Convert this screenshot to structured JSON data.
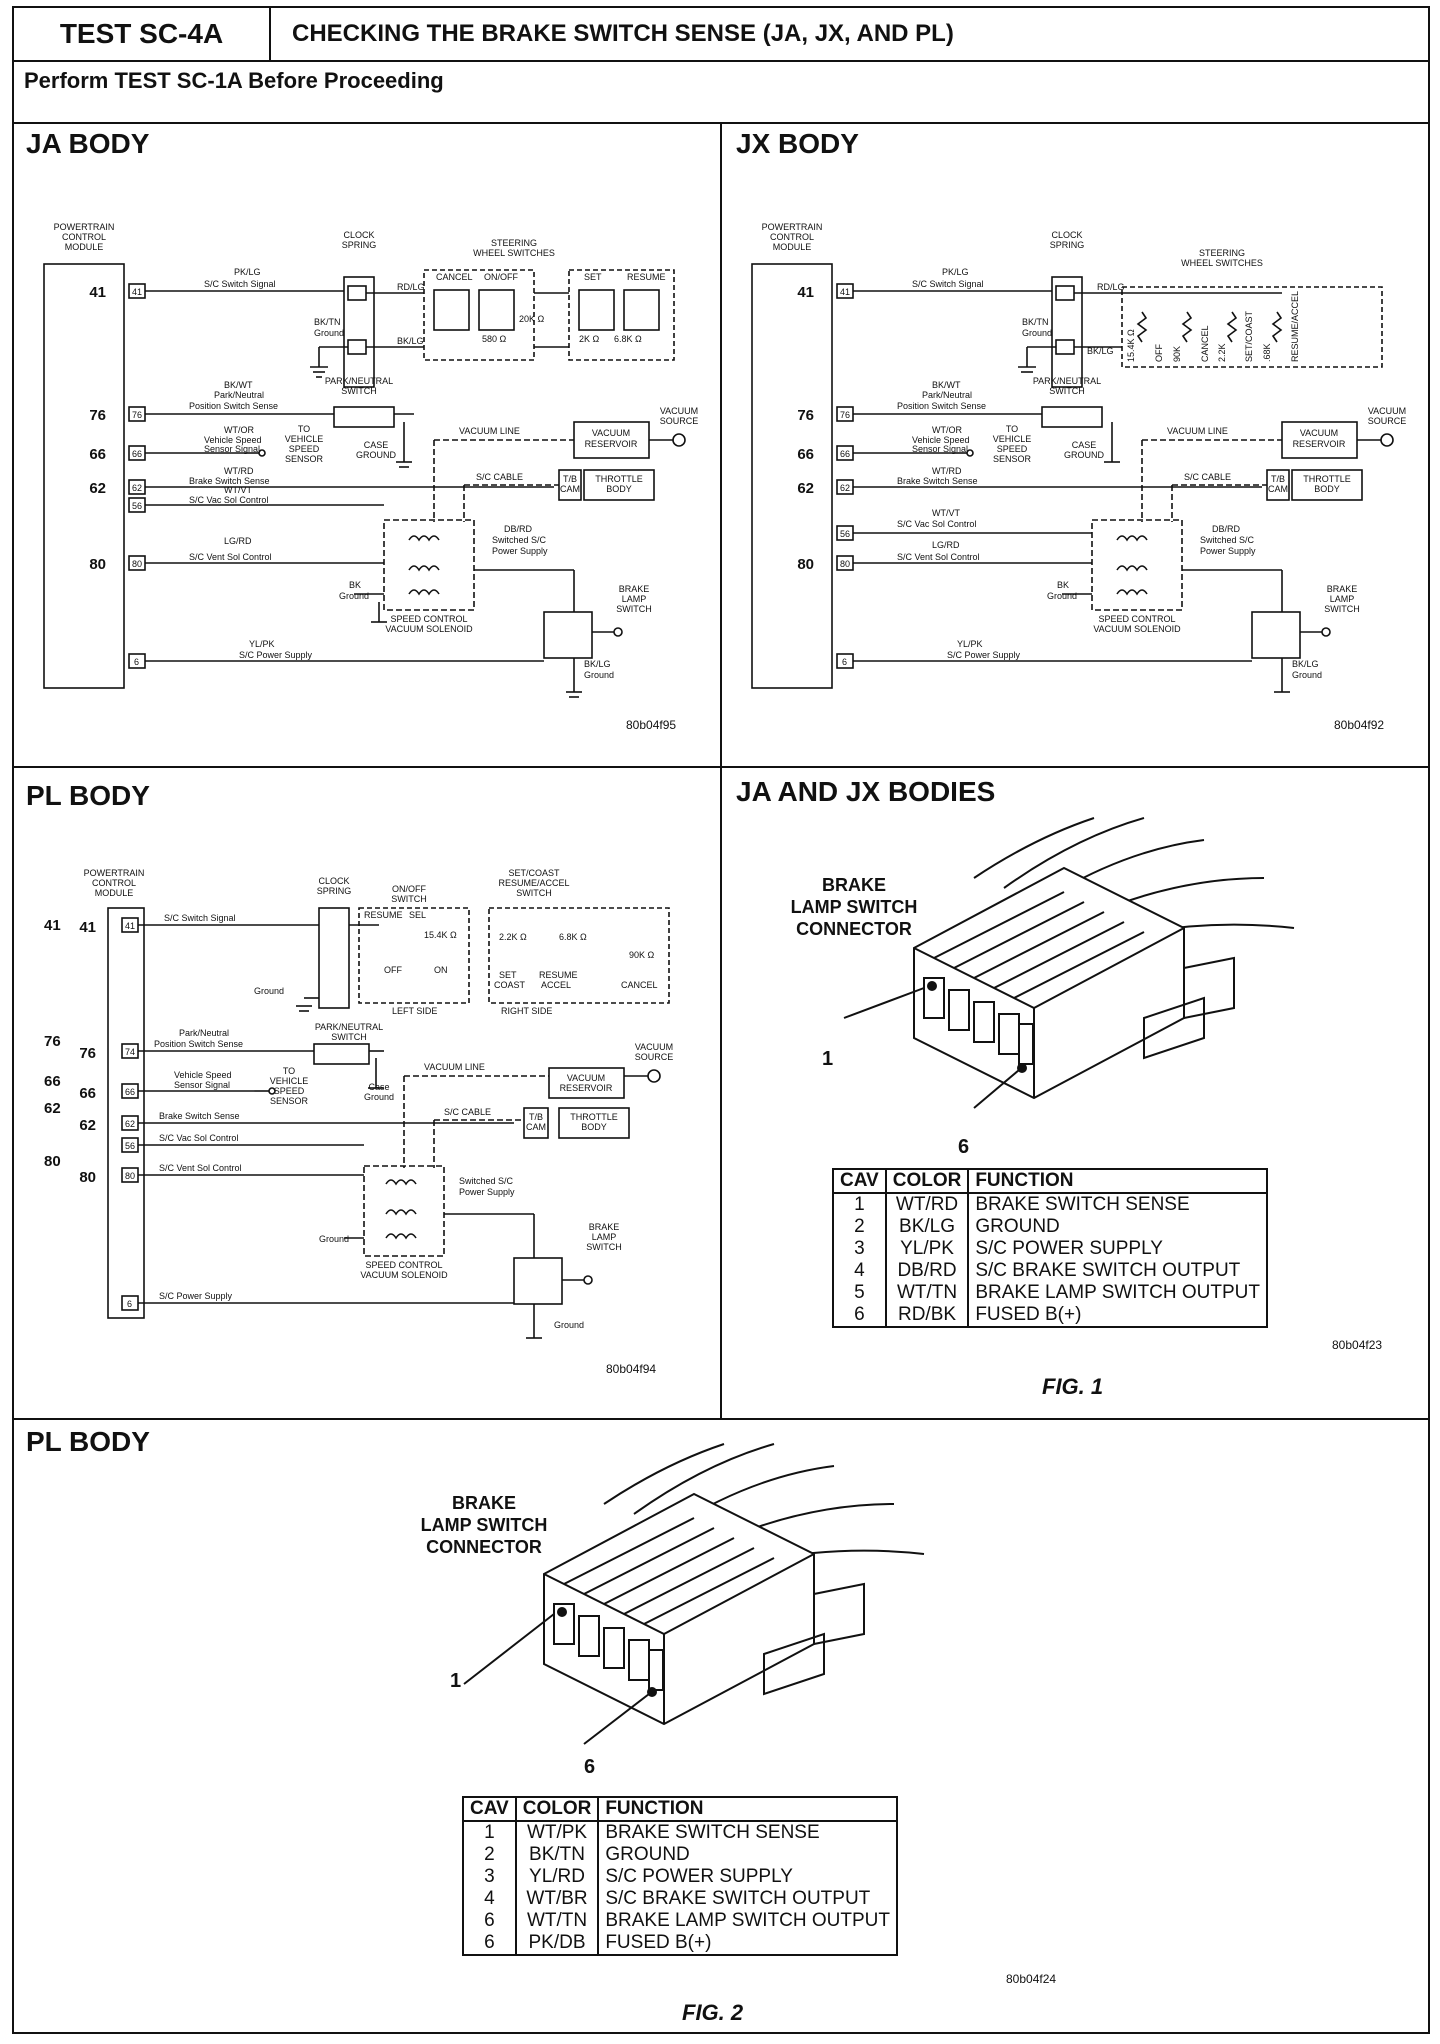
{
  "header": {
    "test_id": "TEST SC-4A",
    "title": "CHECKING THE BRAKE SWITCH SENSE (JA, JX, AND PL)",
    "prerequisite": "Perform TEST SC-1A Before Proceeding"
  },
  "ja_body": {
    "title": "JA BODY",
    "code": "80b04f95",
    "pcm_label": [
      "POWERTRAIN",
      "CONTROL",
      "MODULE"
    ],
    "pins": [
      "41",
      "76",
      "66",
      "62",
      "80"
    ],
    "pin_small": [
      "41",
      "76",
      "66",
      "62",
      "56",
      "80",
      "6"
    ],
    "wires": {
      "w41": "PK/LG",
      "w41_sig": "S/C Switch Signal",
      "bktn": "BK/TN",
      "ground": "Ground",
      "w76": "BK/WT",
      "w76_sig1": "Park/Neutral",
      "w76_sig2": "Position Switch Sense",
      "w66": "WT/OR",
      "w66_sig1": "Vehicle Speed",
      "w66_sig2": "Sensor Signal",
      "w62": "WT/RD",
      "w62_sig": "Brake Switch Sense",
      "w56": "WT/VT",
      "w56_sig": "S/C Vac Sol Control",
      "w80": "LG/RD",
      "w80_sig": "S/C Vent Sol Control",
      "w6": "YL/PK",
      "w6_sig": "S/C Power Supply",
      "dbrd": "DB/RD",
      "switched1": "Switched S/C",
      "switched2": "Power Supply",
      "bk": "BK",
      "bklg": "BK/LG",
      "rdlg": "RD/LG",
      "bklg2": "BK/LG"
    },
    "labels": {
      "clock_spring": [
        "CLOCK",
        "SPRING"
      ],
      "steering": [
        "STEERING",
        "WHEEL SWITCHES"
      ],
      "cancel": "CANCEL",
      "onoff": "ON/OFF",
      "set": "SET",
      "resume": "RESUME",
      "r1": "20K Ω",
      "r2": "580 Ω",
      "r3": "2K Ω",
      "r4": "6.8K Ω",
      "park_neutral": [
        "PARK/NEUTRAL",
        "SWITCH"
      ],
      "case_ground": [
        "CASE",
        "GROUND"
      ],
      "vss": [
        "TO",
        "VEHICLE",
        "SPEED",
        "SENSOR"
      ],
      "vacuum_line": "VACUUM LINE",
      "vacuum_reservoir": [
        "VACUUM",
        "RESERVOIR"
      ],
      "vacuum_source": [
        "VACUUM",
        "SOURCE"
      ],
      "sc_cable": "S/C CABLE",
      "tb_cam": [
        "T/B",
        "CAM"
      ],
      "throttle_body": [
        "THROTTLE",
        "BODY"
      ],
      "solenoid": [
        "SPEED CONTROL",
        "VACUUM SOLENOID"
      ],
      "brake_switch": [
        "BRAKE",
        "LAMP",
        "SWITCH"
      ]
    }
  },
  "jx_body": {
    "title": "JX BODY",
    "code": "80b04f92",
    "wires": {
      "w41": "PK/LG",
      "w41_sig": "S/C Switch Signal",
      "rdlg": "RD/LG",
      "bktn": "BK/TN",
      "ground": "Ground",
      "bklg": "BK/LG",
      "w76": "BK/WT",
      "w76_sig1": "Park/Neutral",
      "w76_sig2": "Position Switch Sense",
      "w66": "WT/OR",
      "w66_sig1": "Vehicle Speed",
      "w66_sig2": "Sensor Signal",
      "w62": "WT/RD",
      "w62_sig": "Brake Switch Sense",
      "w56": "WT/VT",
      "w56_sig": "S/C Vac Sol Control",
      "w80": "LG/RD",
      "w80_sig": "S/C Vent Sol Control",
      "w6": "YL/PK",
      "w6_sig": "S/C Power Supply",
      "dbrd": "DB/RD",
      "switched1": "Switched S/C",
      "switched2": "Power Supply",
      "bk": "BK",
      "bklg_gnd": "BK/LG"
    },
    "labels": {
      "resistors": [
        "15.4K Ω",
        "OFF",
        "90K",
        "CANCEL",
        "2.2K",
        "SET/COAST",
        ".68K",
        "RESUME/ACCEL"
      ]
    }
  },
  "pl_body_schematic": {
    "title": "PL BODY",
    "code": "80b04f94",
    "pins_outer": [
      "41",
      "76",
      "66",
      "62",
      "80"
    ],
    "pins": [
      "41",
      "76",
      "66",
      "62",
      "80"
    ],
    "pin_small": [
      "41",
      "74",
      "66",
      "62",
      "56",
      "80",
      "6"
    ],
    "wires": {
      "w41_sig": "S/C Switch Signal",
      "ground": "Ground",
      "w76_sig1": "Park/Neutral",
      "w76_sig2": "Position Switch Sense",
      "w66_sig1": "Vehicle Speed",
      "w66_sig2": "Sensor Signal",
      "w62_sig": "Brake Switch Sense",
      "w56_sig": "S/C Vac Sol Control",
      "w80_sig": "S/C Vent Sol Control",
      "w6_sig": "S/C Power Supply",
      "switched1": "Switched S/C",
      "switched2": "Power Supply",
      "gnd2": "Ground",
      "case_ground": [
        "Case",
        "Ground"
      ]
    },
    "labels": {
      "onoff": [
        "ON/OFF",
        "SWITCH"
      ],
      "set_coast": [
        "SET/COAST",
        "RESUME/ACCEL",
        "SWITCH"
      ],
      "resume_sel": "RESUME",
      "sel": "SEL",
      "off": "OFF",
      "on": "ON",
      "r1": "15.4K Ω",
      "r2": "2.2K Ω",
      "r3": "6.8K Ω",
      "r4": "90K Ω",
      "set": "SET",
      "coast": "COAST",
      "resume": "RESUME",
      "accel": "ACCEL",
      "cancel": "CANCEL",
      "left_side": "LEFT SIDE",
      "right_side": "RIGHT SIDE"
    }
  },
  "fig1": {
    "title": "JA AND JX BODIES",
    "connector_label": [
      "BRAKE",
      "LAMP SWITCH",
      "CONNECTOR"
    ],
    "callout_1": "1",
    "callout_6": "6",
    "code": "80b04f23",
    "caption": "FIG. 1",
    "table": {
      "headers": [
        "CAV",
        "COLOR",
        "FUNCTION"
      ],
      "rows": [
        [
          "1",
          "WT/RD",
          "BRAKE SWITCH SENSE"
        ],
        [
          "2",
          "BK/LG",
          "GROUND"
        ],
        [
          "3",
          "YL/PK",
          "S/C POWER SUPPLY"
        ],
        [
          "4",
          "DB/RD",
          "S/C BRAKE SWITCH OUTPUT"
        ],
        [
          "5",
          "WT/TN",
          "BRAKE LAMP SWITCH OUTPUT"
        ],
        [
          "6",
          "RD/BK",
          "FUSED B(+)"
        ]
      ]
    }
  },
  "fig2": {
    "title": "PL BODY",
    "connector_label": [
      "BRAKE",
      "LAMP SWITCH",
      "CONNECTOR"
    ],
    "callout_1": "1",
    "callout_6": "6",
    "code": "80b04f24",
    "caption": "FIG. 2",
    "table": {
      "headers": [
        "CAV",
        "COLOR",
        "FUNCTION"
      ],
      "rows": [
        [
          "1",
          "WT/PK",
          "BRAKE SWITCH SENSE"
        ],
        [
          "2",
          "BK/TN",
          "GROUND"
        ],
        [
          "3",
          "YL/RD",
          "S/C POWER SUPPLY"
        ],
        [
          "4",
          "WT/BR",
          "S/C BRAKE SWITCH OUTPUT"
        ],
        [
          "6",
          "WT/TN",
          "BRAKE LAMP SWITCH OUTPUT"
        ],
        [
          "6",
          "PK/DB",
          "FUSED B(+)"
        ]
      ]
    }
  }
}
